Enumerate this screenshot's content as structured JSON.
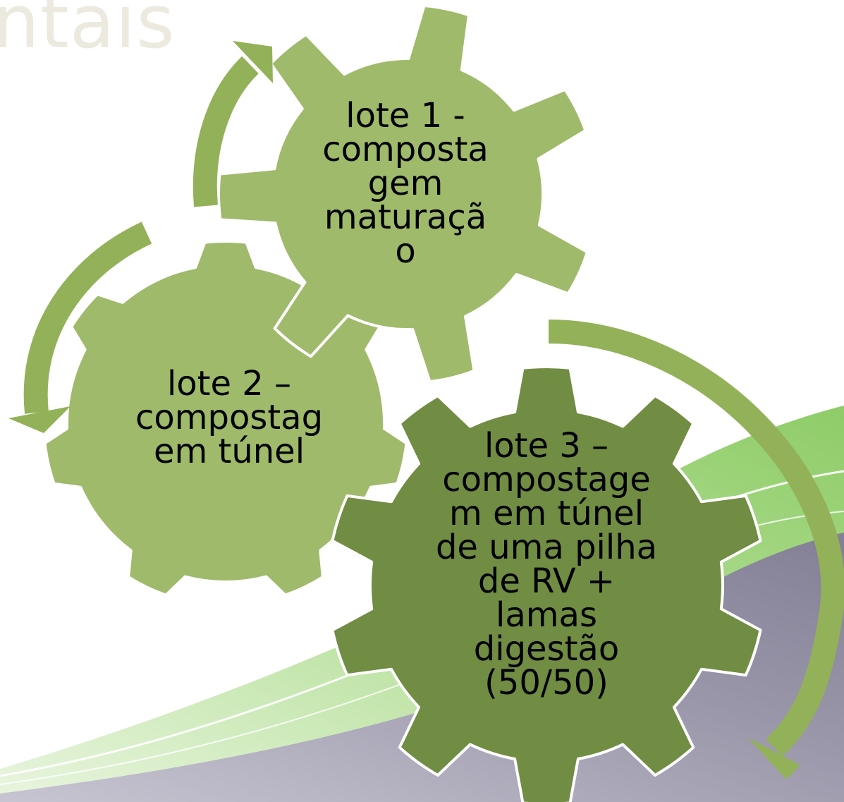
{
  "slide": {
    "title_fragment": "ntais"
  },
  "gears": [
    {
      "id": "gear-1",
      "label_lines": [
        "lote 1 -",
        "composta",
        "gem",
        "maturaçã",
        "o"
      ],
      "color": "#9fba6a"
    },
    {
      "id": "gear-2",
      "label_lines": [
        "lote 2 –",
        "compostag",
        "em túnel"
      ],
      "color": "#9fba6a"
    },
    {
      "id": "gear-3",
      "label_lines": [
        "lote 3 –",
        "compostage",
        "m em túnel",
        "de uma pilha",
        "de RV +",
        "lamas",
        "digestão",
        "(50/50)"
      ],
      "color": "#718c43"
    }
  ],
  "colors": {
    "arrow": "#93b158",
    "light_gear": "#9fba6a",
    "dark_gear": "#718c43",
    "swoosh_green": "#9bd27a",
    "swoosh_gray": "#8e8aa0"
  }
}
